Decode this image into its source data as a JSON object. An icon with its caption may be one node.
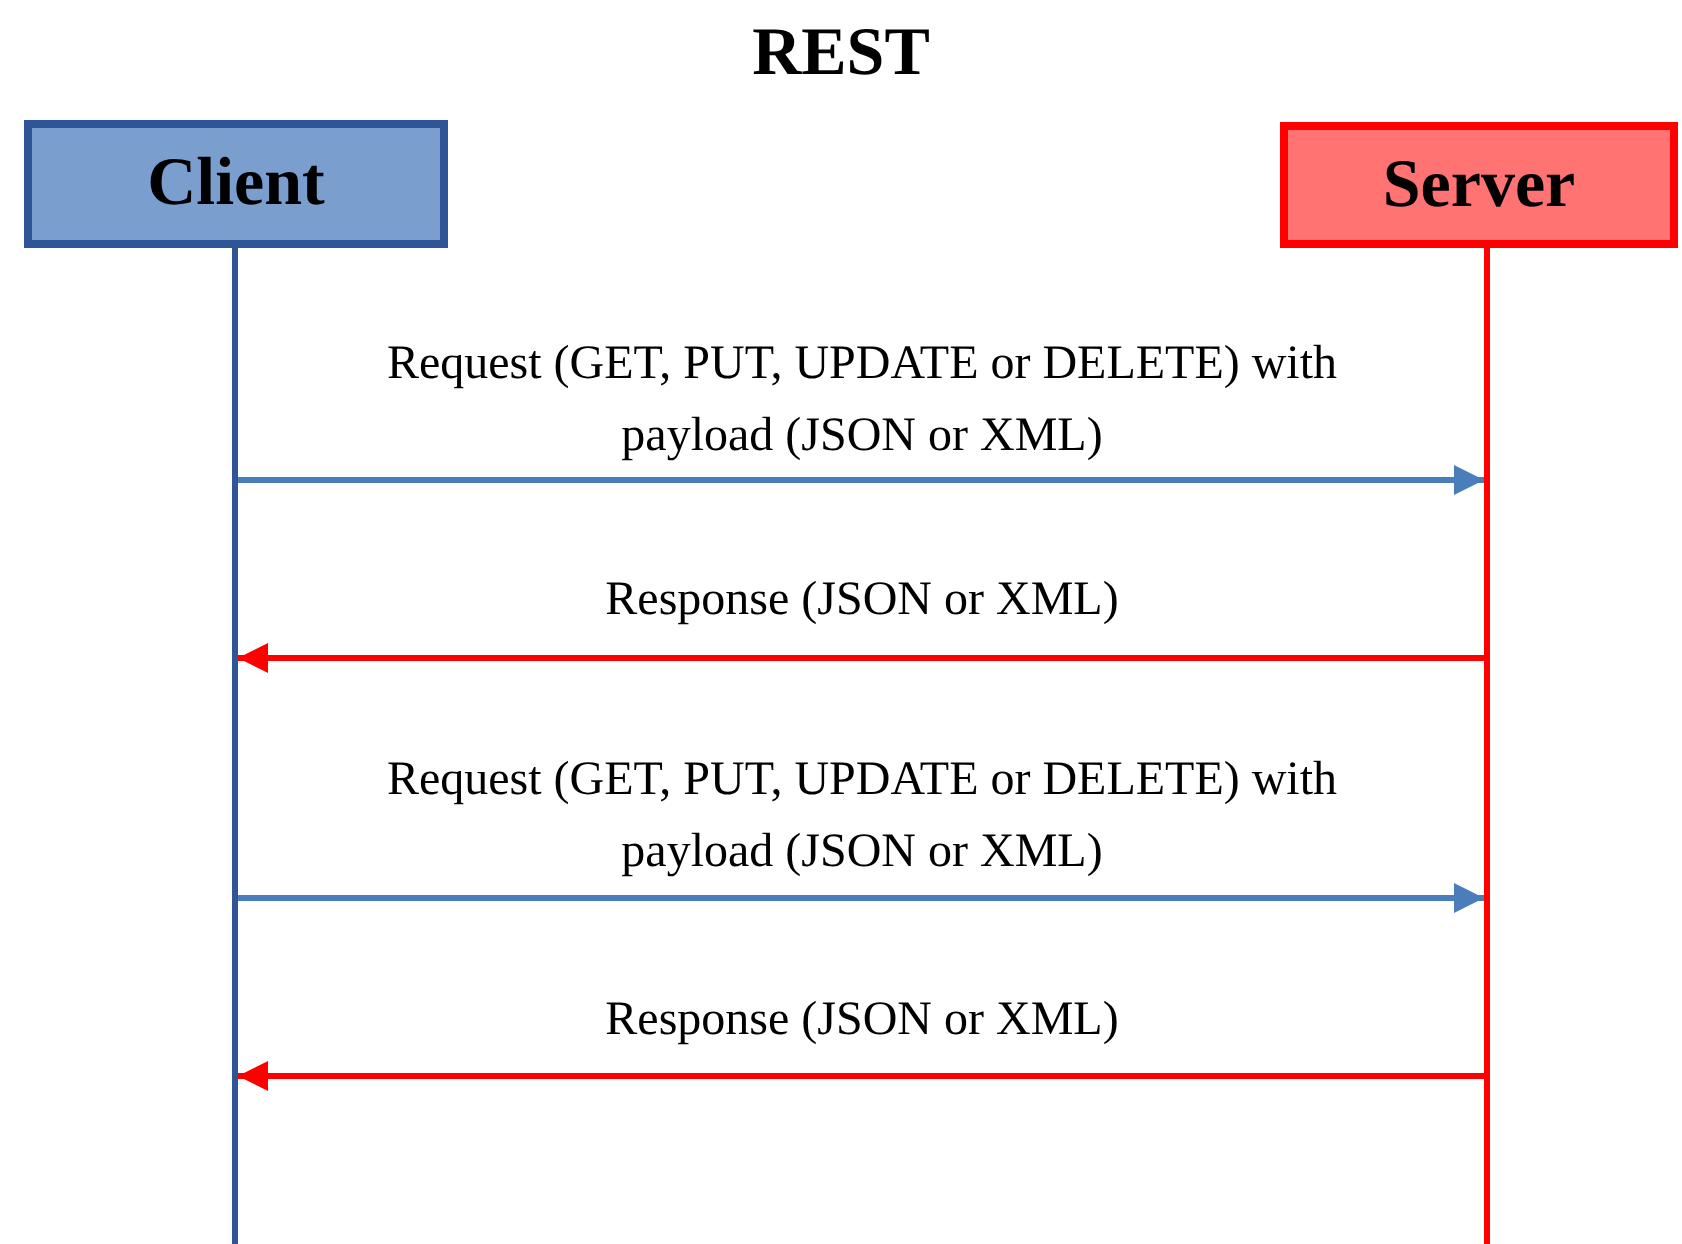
{
  "diagram": {
    "title": "REST",
    "nodes": [
      {
        "text": [
          "Client"
        ]
      },
      {
        "text": [
          "Server"
        ]
      },
      {
        "text": [],
        "shape": "bar"
      },
      {
        "text": [],
        "shape": "bar"
      }
    ],
    "edges": [
      {
        "from": 2,
        "to": 3,
        "arrow": "to",
        "label": "Request (GET, PUT, UPDATE or DELETE) with payload (JSON or XML)",
        "color": "#4a7ebb"
      },
      {
        "from": 3,
        "to": 2,
        "arrow": "to",
        "label": "Response (JSON or XML)",
        "color": "#ff0000"
      },
      {
        "from": 2,
        "to": 3,
        "arrow": "to",
        "label": "Request (GET, PUT, UPDATE or DELETE) with payload (JSON or XML)",
        "color": "#4a7ebb"
      },
      {
        "from": 3,
        "to": 2,
        "arrow": "to",
        "label": "Response (JSON or XML)",
        "color": "#ff0000"
      }
    ]
  }
}
